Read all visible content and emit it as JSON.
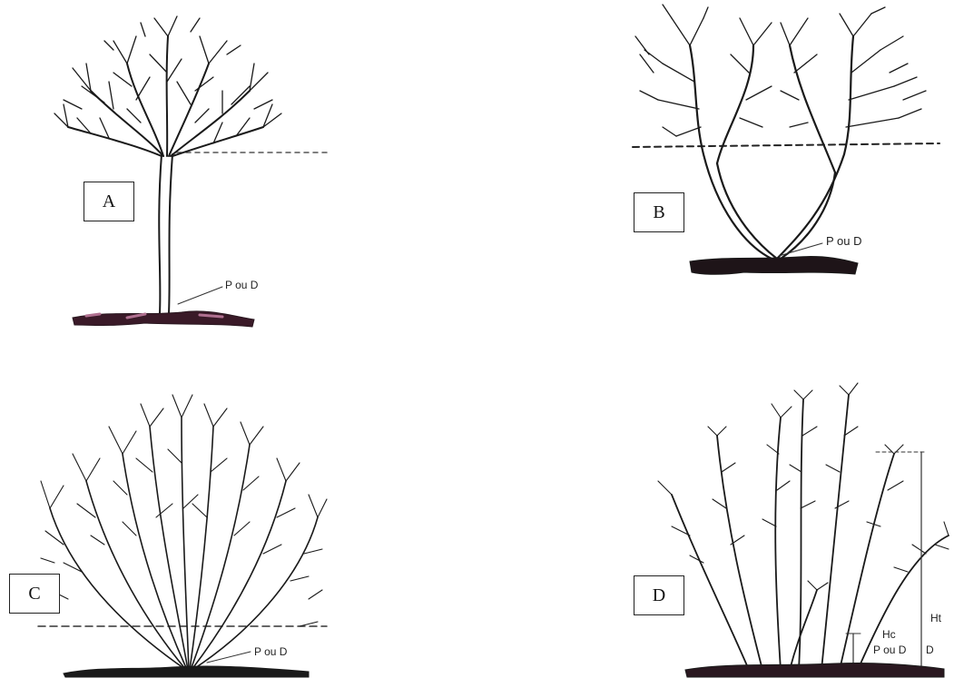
{
  "panels": [
    {
      "id": "A",
      "label": "A",
      "ground_label": "P ou D"
    },
    {
      "id": "B",
      "label": "B",
      "ground_label": "P ou D"
    },
    {
      "id": "C",
      "label": "C",
      "ground_label": "P ou D"
    },
    {
      "id": "D",
      "label": "D",
      "ground_label": "P ou D",
      "hc_label": "Hc",
      "ht_label": "Ht"
    }
  ],
  "colors": {
    "ink": "#1a1a1a",
    "ground": "#2a1820",
    "ground_tint": "#7a3a55",
    "dash": "#333333"
  }
}
